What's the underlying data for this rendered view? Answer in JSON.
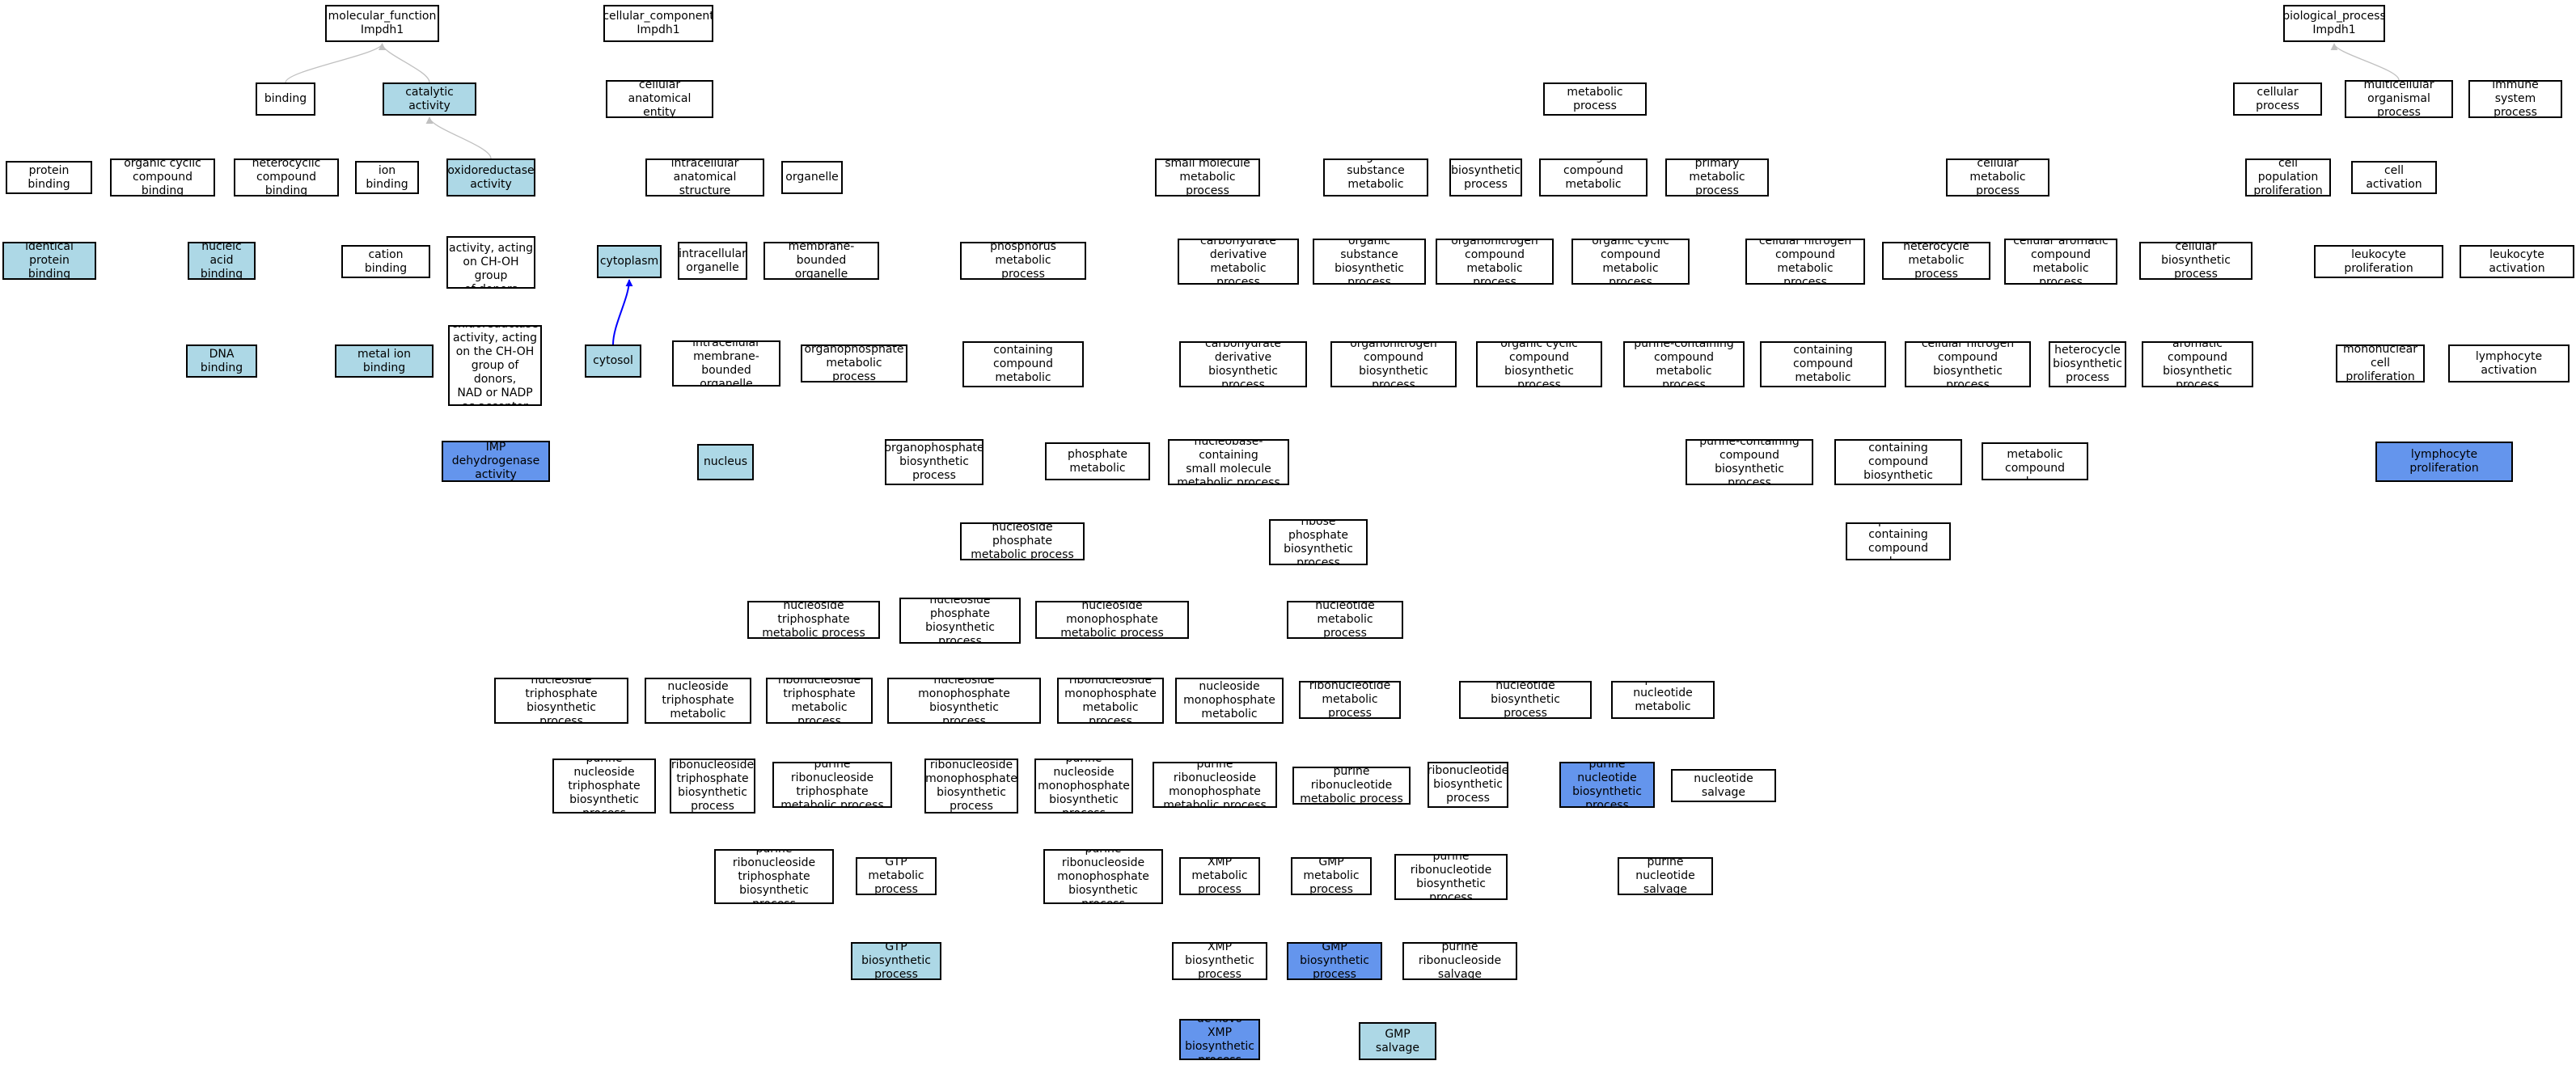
{
  "colors": {
    "light_blue": "#add8e6",
    "cornflower_blue": "#6495ed",
    "edge_gray": "#c0c0c0",
    "edge_blue": "#0000ff"
  },
  "nodes": {
    "mf": "molecular_function\nImpdh1",
    "cc": "cellular_component\nImpdh1",
    "bp": "biological_process\nImpdh1",
    "binding": "binding",
    "catalytic": "catalytic activity",
    "protein_binding": "protein binding",
    "organic_cyclic_binding": "organic cyclic\ncompound binding",
    "heterocyclic_binding": "heterocyclic\ncompound binding",
    "ion_binding": "ion binding",
    "oxidoreductase": "oxidoreductase\nactivity",
    "identical_protein_binding": "identical protein\nbinding",
    "nucleic_acid_binding": "nucleic acid\nbinding",
    "cation_binding": "cation binding",
    "oxred_chohd": "oxidoreductase\nactivity, acting\non CH-OH group\nof donors",
    "dna_binding": "DNA binding",
    "metal_ion_binding": "metal ion binding",
    "oxred_nad": "oxidoreductase\nactivity, acting\non the CH-OH\ngroup of donors,\nNAD or NADP\nas acceptor",
    "imp_dehydrogenase": "IMP dehydrogenase\nactivity",
    "cell_anat_entity": "cellular anatomical\nentity",
    "intracellular_anat": "intracellular\nanatomical structure",
    "organelle": "organelle",
    "cytoplasm": "cytoplasm",
    "intracellular_organelle": "intracellular\norganelle",
    "membrane_bounded": "membrane-bounded\norganelle",
    "cytosol": "cytosol",
    "intra_mb_organelle": "intracellular\nmembrane-bounded\norganelle",
    "nucleus": "nucleus",
    "metabolic_process": "metabolic process",
    "small_molecule_mp": "small molecule\nmetabolic process",
    "organic_substance_mp": "organic substance\nmetabolic process",
    "biosynthetic_process": "biosynthetic\nprocess",
    "nitrogen_compound_mp": "nitrogen compound\nmetabolic process",
    "primary_mp": "primary metabolic\nprocess",
    "cellular_mp": "cellular metabolic\nprocess",
    "cellular_process": "cellular process",
    "multicellular": "multicellular\norganismal process",
    "immune_system": "immune system\nprocess",
    "cell_pop_prolif": "cell population\nproliferation",
    "cell_activation": "cell activation",
    "phosphorus_mp": "phosphorus metabolic\nprocess",
    "carb_deriv_mp": "carbohydrate\nderivative metabolic\nprocess",
    "org_sub_bp": "organic substance\nbiosynthetic\nprocess",
    "organonitrogen_mp": "organonitrogen\ncompound metabolic\nprocess",
    "organic_cyclic_mp": "organic cyclic\ncompound metabolic\nprocess",
    "cell_nitrogen_mp": "cellular nitrogen\ncompound metabolic\nprocess",
    "heterocycle_mp": "heterocycle\nmetabolic process",
    "cell_aromatic_mp": "cellular aromatic\ncompound metabolic\nprocess",
    "cell_bp": "cellular biosynthetic\nprocess",
    "leukocyte_prolif": "leukocyte proliferation",
    "leukocyte_activation": "leukocyte activation",
    "organophosphate_mp": "organophosphate\nmetabolic process",
    "phosphate_cont_mp": "phosphate-containing\ncompound metabolic\nprocess",
    "carb_deriv_bp": "carbohydrate\nderivative biosynthetic\nprocess",
    "organonitrogen_bp": "organonitrogen\ncompound biosynthetic\nprocess",
    "organic_cyclic_bp": "organic cyclic\ncompound biosynthetic\nprocess",
    "purine_cont_mp": "purine-containing\ncompound metabolic\nprocess",
    "nucleobase_cont_mp": "nucleobase-containing\ncompound metabolic\nprocess",
    "cell_nitrogen_bp": "cellular nitrogen\ncompound biosynthetic\nprocess",
    "heterocycle_bp": "heterocycle\nbiosynthetic\nprocess",
    "aromatic_bp": "aromatic compound\nbiosynthetic\nprocess",
    "mononuclear_prolif": "mononuclear\ncell proliferation",
    "lymphocyte_activation": "lymphocyte activation",
    "organophosphate_bp": "organophosphate\nbiosynthetic\nprocess",
    "ribose_phosphate_mp": "ribose phosphate\nmetabolic process",
    "nucleobase_small_mp": "nucleobase-containing\nsmall molecule\nmetabolic process",
    "purine_cont_bp": "purine-containing\ncompound biosynthetic\nprocess",
    "nucleobase_cont_bp": "nucleobase-containing\ncompound biosynthetic\nprocess",
    "cell_mp_salvage": "cellular metabolic\ncompound salvage",
    "lymphocyte_prolif": "lymphocyte proliferation",
    "nucleoside_phosphate_mp": "nucleoside phosphate\nmetabolic process",
    "ribose_phosphate_bp": "ribose phosphate\nbiosynthetic\nprocess",
    "purine_cont_salvage": "purine-containing\ncompound salvage",
    "nucleoside_triphosphate_mp": "nucleoside triphosphate\nmetabolic process",
    "nucleoside_phosphate_bp": "nucleoside phosphate\nbiosynthetic\nprocess",
    "nucleoside_monophosphate_mp": "nucleoside monophosphate\nmetabolic process",
    "nucleotide_mp": "nucleotide metabolic\nprocess",
    "nucleoside_triphosphate_bp": "nucleoside triphosphate\nbiosynthetic\nprocess",
    "purine_nucleoside_triphosphate_mp": "purine nucleoside\ntriphosphate\nmetabolic process",
    "ribonucleoside_triphosphate_mp": "ribonucleoside\ntriphosphate\nmetabolic process",
    "nucleoside_monophosphate_bp": "nucleoside monophosphate\nbiosynthetic\nprocess",
    "ribonucleoside_monophosphate_mp": "ribonucleoside\nmonophosphate\nmetabolic process",
    "purine_nucleoside_monophosphate_mp": "purine nucleoside\nmonophosphate\nmetabolic process",
    "ribonucleotide_mp": "ribonucleotide\nmetabolic process",
    "nucleotide_bp": "nucleotide biosynthetic\nprocess",
    "purine_nucleotide_mp": "purine nucleotide\nmetabolic process",
    "purine_nucleoside_triphosphate_bp": "purine nucleoside\ntriphosphate\nbiosynthetic\nprocess",
    "ribonucleoside_triphosphate_bp": "ribonucleoside\ntriphosphate\nbiosynthetic\nprocess",
    "purine_ribonucleoside_triphosphate_mp": "purine ribonucleoside\ntriphosphate\nmetabolic process",
    "ribonucleoside_monophosphate_bp": "ribonucleoside\nmonophosphate\nbiosynthetic\nprocess",
    "purine_nucleoside_monophosphate_bp": "purine nucleoside\nmonophosphate\nbiosynthetic\nprocess",
    "purine_ribonucleoside_monophosphate_mp": "purine ribonucleoside\nmonophosphate\nmetabolic process",
    "purine_ribonucleotide_mp": "purine ribonucleotide\nmetabolic process",
    "ribonucleotide_bp": "ribonucleotide\nbiosynthetic\nprocess",
    "purine_nucleotide_bp": "purine nucleotide\nbiosynthetic\nprocess",
    "nucleotide_salvage": "nucleotide salvage",
    "purine_ribonucleoside_triphosphate_bp": "purine ribonucleoside\ntriphosphate\nbiosynthetic\nprocess",
    "gtp_mp": "GTP metabolic\nprocess",
    "purine_ribonucleoside_monophosphate_bp": "purine ribonucleoside\nmonophosphate\nbiosynthetic\nprocess",
    "xmp_mp": "XMP metabolic\nprocess",
    "gmp_mp": "GMP metabolic\nprocess",
    "purine_ribonucleotide_bp": "purine ribonucleotide\nbiosynthetic\nprocess",
    "purine_nucleotide_salvage": "purine nucleotide\nsalvage",
    "gtp_bp": "GTP biosynthetic\nprocess",
    "xmp_bp": "XMP biosynthetic\nprocess",
    "gmp_bp": "GMP biosynthetic\nprocess",
    "purine_ribonucleoside_salvage": "purine ribonucleoside\nsalvage",
    "de_novo_xmp_bp": "'de novo' XMP\nbiosynthetic\nprocess",
    "gmp_salvage": "GMP salvage"
  }
}
